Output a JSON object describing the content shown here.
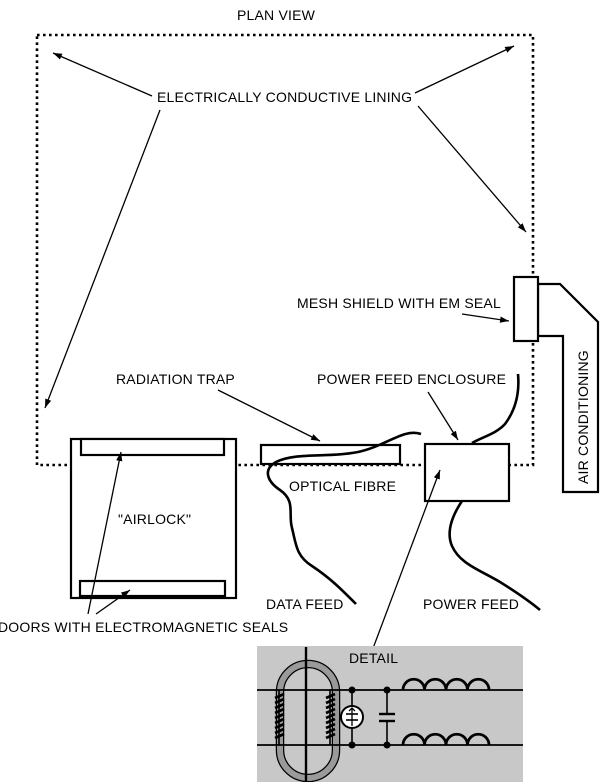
{
  "title": "PLAN VIEW",
  "labels": {
    "lining": "ELECTRICALLY CONDUCTIVE LINING",
    "mesh_shield": "MESH SHIELD WITH EM SEAL",
    "air_conditioning": "AIR CONDITIONING",
    "radiation_trap": "RADIATION TRAP",
    "power_feed_enclosure": "POWER FEED ENCLOSURE",
    "optical_fibre": "OPTICAL FIBRE",
    "airlock": "\"AIRLOCK\"",
    "data_feed": "DATA FEED",
    "power_feed": "POWER FEED",
    "doors": "DOORS WITH ELECTROMAGNETIC SEALS",
    "detail": "DETAIL"
  },
  "colors": {
    "ink": "#000000",
    "detail_background": "#c8c8c8",
    "toroid_core": "#9a9a9a"
  }
}
